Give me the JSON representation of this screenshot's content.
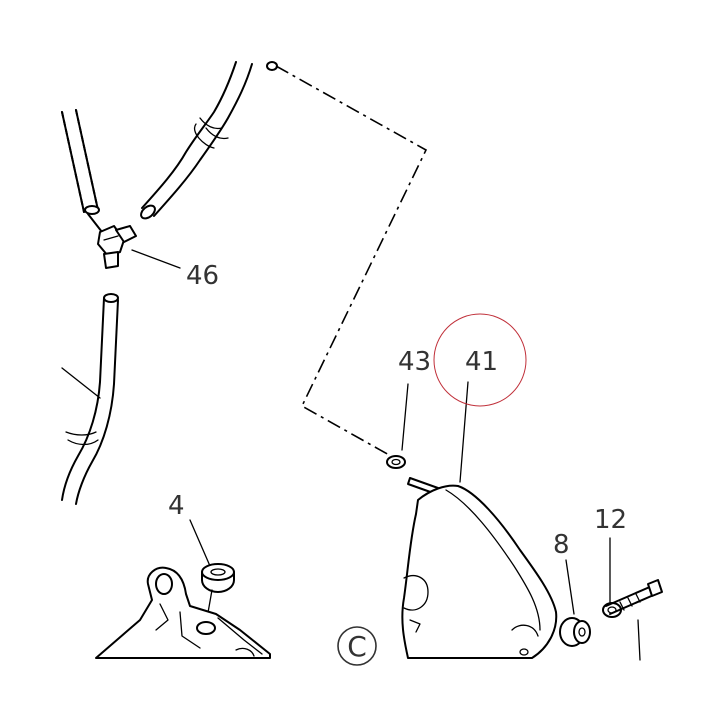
{
  "diagram": {
    "part_labels": {
      "p46": "46",
      "p43": "43",
      "p41": "41",
      "p4": "4",
      "p8": "8",
      "p12": "12"
    },
    "view_marker": "C",
    "highlight_color": "#c0303a",
    "line_color": "#000000",
    "label_color": "#333333"
  }
}
